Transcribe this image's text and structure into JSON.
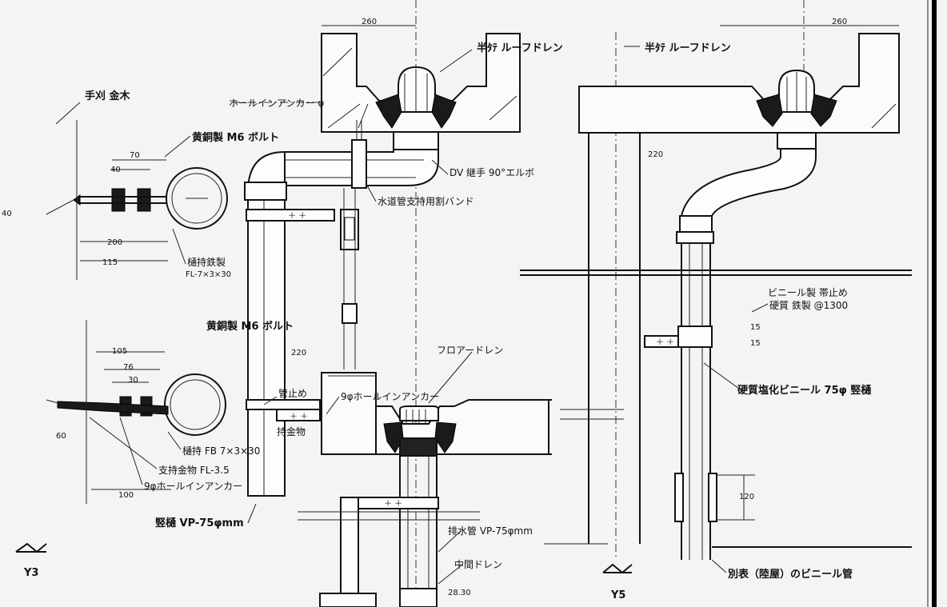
{
  "labels": {
    "roof_drain_left": "半ﾀﾃ ルーフドレン",
    "roof_drain_right": "半ﾀﾃ ルーフドレン",
    "hole_anchor_top": "ホールインアンカー φ",
    "pvc_elbow": "DV 継手 90°エルボ",
    "pipe_band": "水道管支持用割バンド",
    "steel_bracket": "手刈 金木",
    "brass_m6_top": "黄銅製 M6 ボルト",
    "brass_m6_mid": "黄銅製 M6 ボルト",
    "hanger_steel": "樋持鉄製",
    "hanger_steel_spec": "FL-7×3×30",
    "floor_drain": "フロアードレン",
    "hole_anchor_9": "9φホールインアンカー",
    "ring_stop": "管止め",
    "support_fitting": "持金物",
    "hanger_fb": "樋持 FB 7×3×30",
    "support_fitting_spec": "支持金物 FL-3.5",
    "hole_anchor_9b": "9φホールインアンカー",
    "downpipe": "竪樋 VP-75φmm",
    "drain_pipe": "排水管 VP-75φmm",
    "mid_drain": "中間ドレン",
    "vinyl_band": "ビニール製 帯止め",
    "vinyl_band_spec": "硬質 鉄製 @1300",
    "pvc_pipe": "硬質塩化ビニール 75φ 竪樋",
    "parapet": "別表（陸屋）のビニール管",
    "axis_y3": "Y3",
    "axis_y5": "Y5"
  },
  "dimensions": {
    "d260_left": "260",
    "d260_right": "260",
    "d220": "220",
    "d220b": "220",
    "d70": "70",
    "d40a": "40",
    "d200": "200",
    "d115": "115",
    "d105": "105",
    "d76": "76",
    "d30": "30",
    "d60": "60",
    "d100": "100",
    "d120": "120",
    "d150a": "15",
    "d150b": "15",
    "d2830": "28.30",
    "d_left_edge": "40"
  }
}
